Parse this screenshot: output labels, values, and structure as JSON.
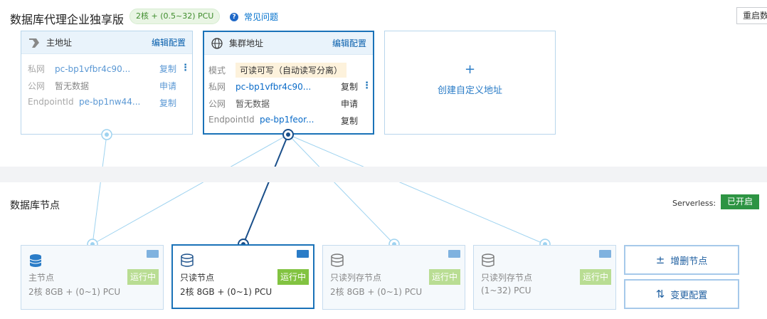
{
  "header": {
    "title": "数据库代理企业独享版",
    "pcu_badge": "2核 + (0.5~32) PCU",
    "help_label": "常见问题",
    "restart_label": "重启数"
  },
  "primary_card": {
    "title": "主地址",
    "edit_label": "编辑配置",
    "rows": [
      {
        "label": "私网",
        "value": "pc-bp1vfbr4c90...",
        "action": "复制"
      },
      {
        "label": "公网",
        "value": "暂无数据",
        "action": "申请"
      },
      {
        "label": "EndpointId",
        "value": "pe-bp1nw44...",
        "action": "复制"
      }
    ]
  },
  "cluster_card": {
    "title": "集群地址",
    "edit_label": "编辑配置",
    "mode_label": "模式",
    "mode_value": "可读可写（自动读写分离）",
    "rows": [
      {
        "label": "私网",
        "value": "pc-bp1vfbr4c90...",
        "action": "复制"
      },
      {
        "label": "公网",
        "value": "暂无数据",
        "action": "申请"
      },
      {
        "label": "EndpointId",
        "value": "pe-bp1feor...",
        "action": "复制"
      }
    ]
  },
  "create_card": {
    "plus": "+",
    "label": "创建自定义地址"
  },
  "nodes_section": {
    "title": "数据库节点",
    "serverless_label": "Serverless:",
    "serverless_status": "已开启"
  },
  "nodes": [
    {
      "name": "主节点",
      "spec": "2核 8GB + (0~1) PCU",
      "status": "运行中"
    },
    {
      "name": "只读节点",
      "spec": "2核 8GB + (0~1) PCU",
      "status": "运行中"
    },
    {
      "name": "只读列存节点",
      "spec": "2核 8GB + (0~1) PCU",
      "status": "运行中"
    },
    {
      "name": "只读列存节点",
      "spec": "(1~32) PCU",
      "status": "运行中"
    }
  ],
  "side_buttons": {
    "add_remove": "增删节点",
    "change_config": "变更配置"
  },
  "colors": {
    "accent": "#1a72b8",
    "running": "#82c341",
    "enabled": "#2d9443"
  }
}
